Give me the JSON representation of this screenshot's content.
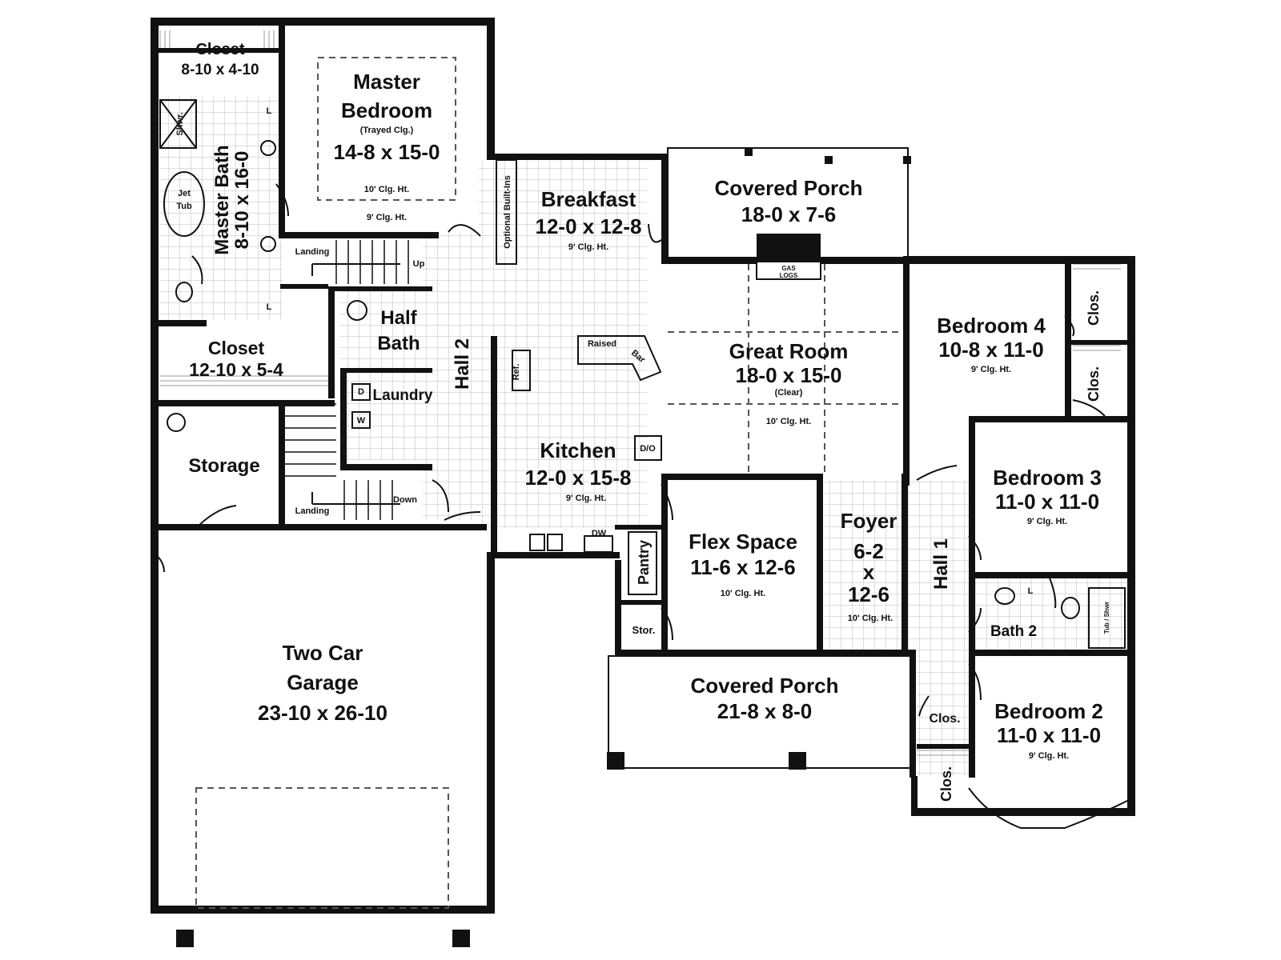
{
  "rooms": {
    "closet_master": {
      "name": "Closet",
      "dims": "8-10 x 4-10"
    },
    "master_bedroom": {
      "name1": "Master",
      "name2": "Bedroom",
      "note": "(Trayed Clg.)",
      "dims": "14-8 x 15-0",
      "ceiling_inner": "10' Clg. Ht.",
      "ceiling_outer": "9' Clg. Ht."
    },
    "master_bath": {
      "name": "Master Bath",
      "dims": "8-10 x 16-0",
      "shower": "Shwr.",
      "tub1": "Jet",
      "tub2": "Tub"
    },
    "closet_hall": {
      "name": "Closet",
      "dims": "12-10 x 5-4"
    },
    "half_bath": {
      "name1": "Half",
      "name2": "Bath"
    },
    "laundry": {
      "name": "Laundry",
      "dryer": "D",
      "washer": "W"
    },
    "hall2": {
      "name": "Hall 2"
    },
    "storage": {
      "name": "Storage"
    },
    "breakfast": {
      "name": "Breakfast",
      "dims": "12-0 x 12-8",
      "ceiling": "9' Clg. Ht."
    },
    "built_ins": {
      "label": "Optional Built-Ins"
    },
    "covered_porch_rear": {
      "name": "Covered Porch",
      "dims": "18-0 x 7-6"
    },
    "great_room": {
      "name": "Great Room",
      "dims": "18-0 x 15-0",
      "note": "(Clear)",
      "ceiling": "10' Clg. Ht.",
      "gas1": "GAS",
      "gas2": "LOGS"
    },
    "kitchen": {
      "name": "Kitchen",
      "dims": "12-0 x 15-8",
      "ceiling": "9' Clg. Ht.",
      "ref": "Ref.",
      "raised": "Raised",
      "bar": "Bar",
      "do": "D/O",
      "dw": "DW"
    },
    "bedroom4": {
      "name": "Bedroom 4",
      "dims": "10-8 x 11-0",
      "ceiling": "9' Clg. Ht.",
      "clos_a": "Clos.",
      "clos_b": "Clos."
    },
    "bedroom3": {
      "name": "Bedroom 3",
      "dims": "11-0 x 11-0",
      "ceiling": "9' Clg. Ht."
    },
    "flex_space": {
      "name": "Flex Space",
      "dims": "11-6 x 12-6",
      "ceiling": "10' Clg. Ht."
    },
    "foyer": {
      "name": "Foyer",
      "d1": "6-2",
      "d2": "x",
      "d3": "12-6",
      "ceiling": "10' Clg. Ht."
    },
    "hall1": {
      "name": "Hall 1"
    },
    "pantry": {
      "name": "Pantry"
    },
    "stor": {
      "name": "Stor."
    },
    "bath2": {
      "name": "Bath 2",
      "tub": "Tub / Shwr"
    },
    "covered_porch_front": {
      "name": "Covered Porch",
      "dims": "21-8 x 8-0"
    },
    "bedroom2": {
      "name": "Bedroom 2",
      "dims": "11-0 x 11-0",
      "ceiling": "9' Clg. Ht.",
      "clos_a": "Clos.",
      "clos_b": "Clos."
    },
    "garage": {
      "name1": "Two Car",
      "name2": "Garage",
      "dims": "23-10 x 26-10"
    }
  },
  "stairs": {
    "landing_top": "Landing",
    "up": "Up",
    "landing_bottom": "Landing",
    "down": "Down"
  },
  "fixtures": {
    "lav": "L"
  }
}
